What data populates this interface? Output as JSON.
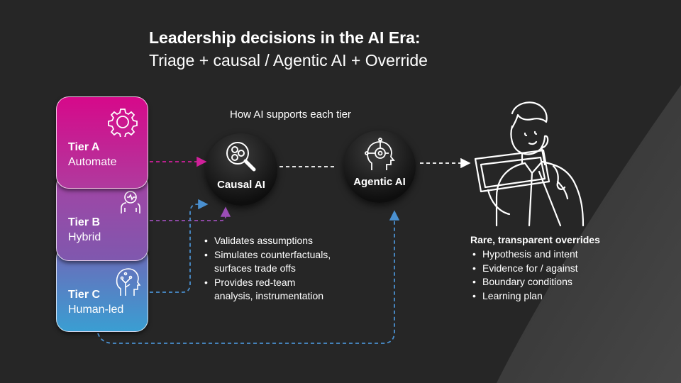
{
  "title": {
    "line1": "Leadership decisions in the AI Era:",
    "line2": "Triage + causal / Agentic AI + Override"
  },
  "tiers": [
    {
      "name": "Tier A",
      "mode": "Automate",
      "icon": "gear-icon",
      "color": "#d6098a"
    },
    {
      "name": "Tier B",
      "mode": "Hybrid",
      "icon": "person-brain-icon",
      "color": "#9a48a8"
    },
    {
      "name": "Tier C",
      "mode": "Human-led",
      "icon": "head-circuit-icon",
      "color": "#3a9ed2"
    }
  ],
  "support_label": "How AI supports each tier",
  "nodes": [
    {
      "label": "Causal AI",
      "icon": "magnifier-network-icon"
    },
    {
      "label": "Agentic AI",
      "icon": "ai-head-icon"
    }
  ],
  "causal_bullets": [
    "Validates assumptions",
    "Simulates counterfactuals, surfaces trade offs",
    "Provides red-team analysis, instrumentation"
  ],
  "causal_bullet_lines": [
    [
      "Validates assumptions"
    ],
    [
      "Simulates counterfactuals,",
      "surfaces trade offs"
    ],
    [
      "Provides red-team",
      "analysis, instrumentation"
    ]
  ],
  "override": {
    "heading": "Rare, transparent overrides",
    "items": [
      "Hypothesis and intent",
      "Evidence for / against",
      "Boundary conditions",
      "Learning plan"
    ]
  }
}
